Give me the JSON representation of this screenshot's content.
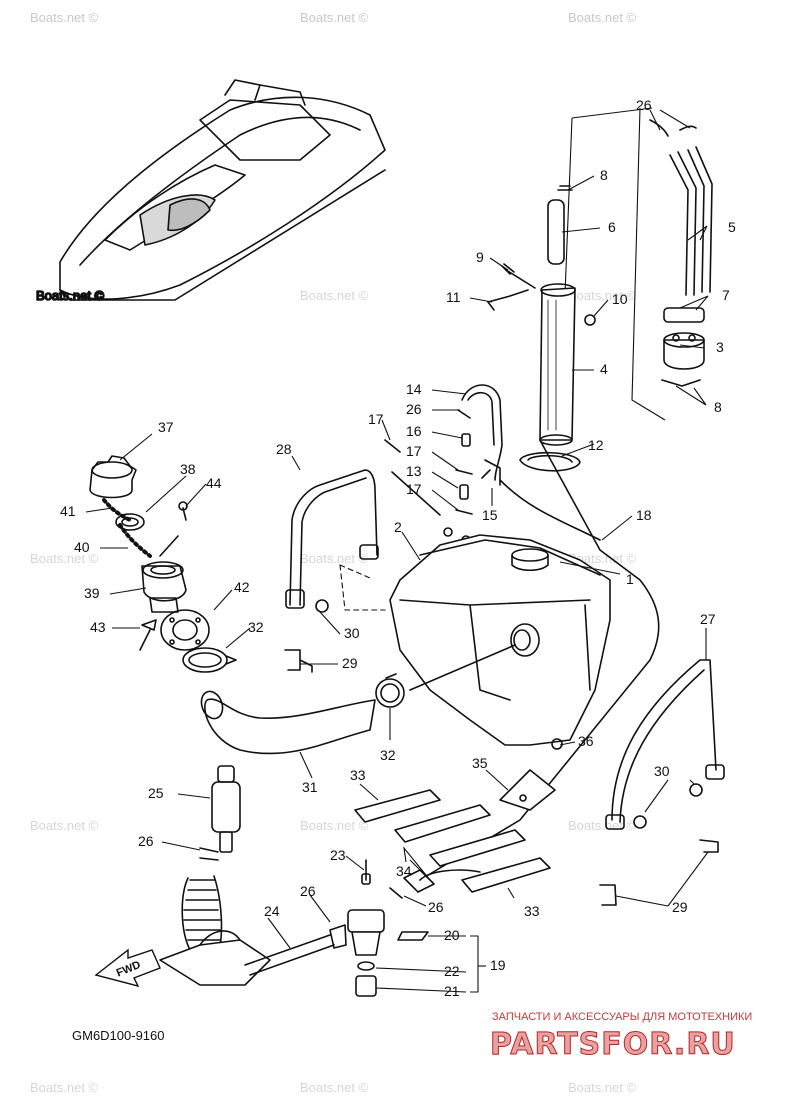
{
  "watermark": "Boats.net ©",
  "diagram_code": "GM6D100-9160",
  "fwd_label": "FWD",
  "banner": {
    "tagline": "ЗАПЧАСТИ И АКСЕССУАРЫ ДЛЯ МОТОТЕХНИКИ",
    "logo_text": "PARTSFOR.RU"
  },
  "callouts": [
    "1",
    "2",
    "3",
    "4",
    "5",
    "6",
    "7",
    "8",
    "8",
    "9",
    "10",
    "11",
    "12",
    "13",
    "14",
    "15",
    "16",
    "17",
    "17",
    "17",
    "18",
    "19",
    "20",
    "21",
    "22",
    "23",
    "24",
    "25",
    "26",
    "26",
    "26",
    "26",
    "26",
    "27",
    "28",
    "29",
    "29",
    "30",
    "30",
    "31",
    "32",
    "32",
    "33",
    "33",
    "34",
    "35",
    "36",
    "37",
    "38",
    "39",
    "40",
    "41",
    "42",
    "43",
    "44"
  ],
  "colors": {
    "line": "#111111",
    "watermark": "#d6d6d6",
    "banner_red": "#c23a3a"
  }
}
